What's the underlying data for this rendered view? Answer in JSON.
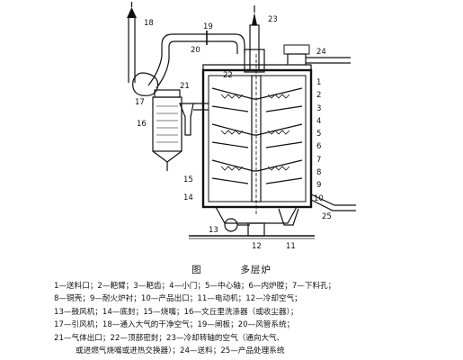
{
  "figure": {
    "label": "图",
    "title": "多层炉",
    "callouts": [
      "1",
      "2",
      "3",
      "4",
      "5",
      "6",
      "7",
      "8",
      "9",
      "10",
      "11",
      "12",
      "13",
      "14",
      "15",
      "16",
      "17",
      "18",
      "19",
      "20",
      "21",
      "22",
      "23",
      "24",
      "25"
    ]
  },
  "legend": [
    "1—送料口；2—耙臂；3—耙齿；4—小门；5—中心轴；6—内炉膛；7—下料孔；",
    "8—铜壳；9—耐火炉衬；10—产品出口；11—电动机；12—冷却空气；",
    "13—鼓风机；14—底封；15—烧嘴；16—文丘里洗涤器（或收尘器）；",
    "17—引风机；18—通入大气的干净空气；19—闸板；20—风管系统；",
    "21—气体出口；22—顶部密封；23—冷却转轴的空气（通向大气、",
    "或进燃气烧嘴或进热交换器）；24—送料；25—产品处理系统"
  ]
}
